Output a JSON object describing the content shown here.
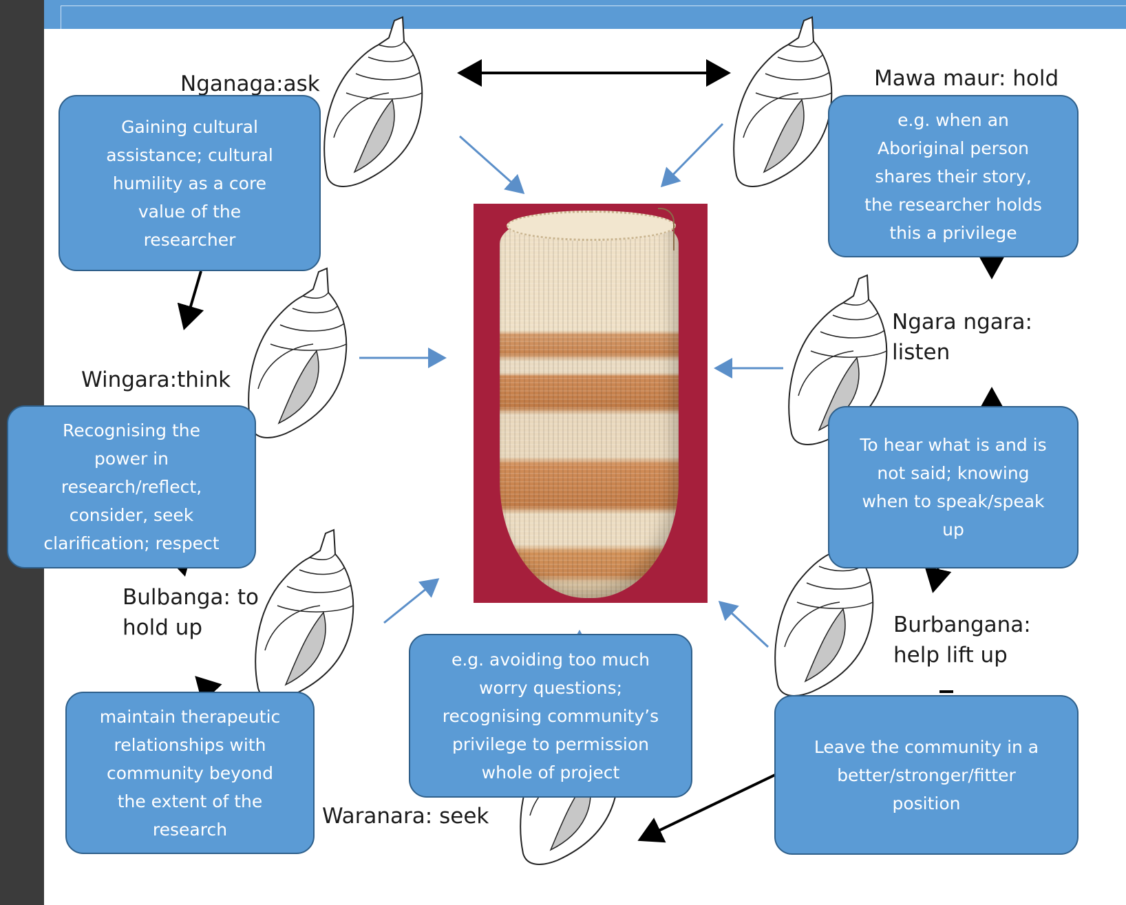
{
  "nodes": {
    "nganaga": "Nganaga:ask",
    "mawa": "Mawa maur: hold",
    "ngara": [
      "Ngara ngara:",
      "listen"
    ],
    "wingara": "Wingara:think",
    "bulbanga": [
      "Bulbanga: to",
      "hold up"
    ],
    "burbangana": [
      "Burbangana:",
      "help lift up"
    ],
    "waranara": "Waranara: seek"
  },
  "boxes": {
    "gaining": [
      "Gaining cultural",
      "assistance; cultural",
      "humility as a core",
      "value of the",
      "researcher"
    ],
    "example_hold": [
      "e.g. when an",
      "Aboriginal person",
      "shares their story,",
      "the researcher holds",
      "this a privilege"
    ],
    "recognising": [
      "Recognising the",
      "power in",
      "research/reflect,",
      "consider, seek",
      "clarification; respect"
    ],
    "to_hear": [
      "To hear what is and is",
      "not said; knowing",
      "when to speak/speak",
      "up"
    ],
    "maintain": [
      "maintain therapeutic",
      "relationships with",
      "community beyond",
      "the extent of the",
      "research"
    ],
    "avoiding": [
      "e.g. avoiding too much",
      "worry questions;",
      "recognising community’s",
      "privilege to permission",
      "whole of project"
    ],
    "leave": [
      "Leave the community in a",
      "better/stronger/fitter",
      "position"
    ]
  },
  "colors": {
    "box_fill": "#5b9bd5",
    "box_border": "#2e5f8a",
    "arrow_blue": "#5b8fc9",
    "arrow_black": "#000000",
    "photo_background": "#a61f3c",
    "sidebar": "#3b3b3b"
  },
  "icons": {
    "shell": "conch-shell-icon",
    "centre_image": "woven-dilly-bag-photo"
  }
}
